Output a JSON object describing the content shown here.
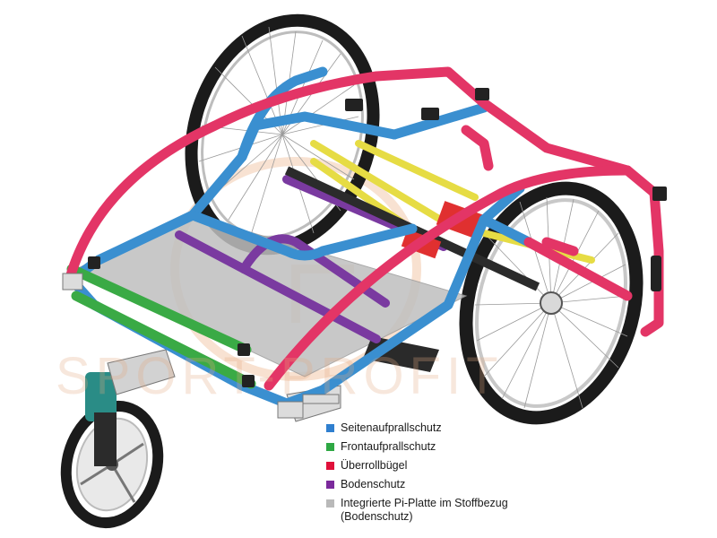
{
  "watermark": {
    "text": "SPORT-PROFIT"
  },
  "colors": {
    "side": "#3a8fd0",
    "front": "#3aaa45",
    "roll": "#e33566",
    "floor": "#7a3aa0",
    "plate": "#bfbfbf",
    "yellow": "#e6dc44",
    "tire": "#1b1b1b",
    "metal": "#c9c9c9"
  },
  "legend": [
    {
      "label": "Seitenaufprallschutz",
      "color": "#2f7fcf",
      "part": "side-impact-protection"
    },
    {
      "label": "Frontaufprallschutz",
      "color": "#2ea844",
      "part": "front-impact-protection"
    },
    {
      "label": "Überrollbügel",
      "color": "#e0103a",
      "part": "roll-bar"
    },
    {
      "label": "Bodenschutz",
      "color": "#7b2a9c",
      "part": "floor-protection"
    },
    {
      "label": "Integrierte Pi-Platte im Stoffbezug",
      "color": "#b9b9b9",
      "part": "pi-plate"
    }
  ],
  "legend_note": "(Bodenschutz)"
}
